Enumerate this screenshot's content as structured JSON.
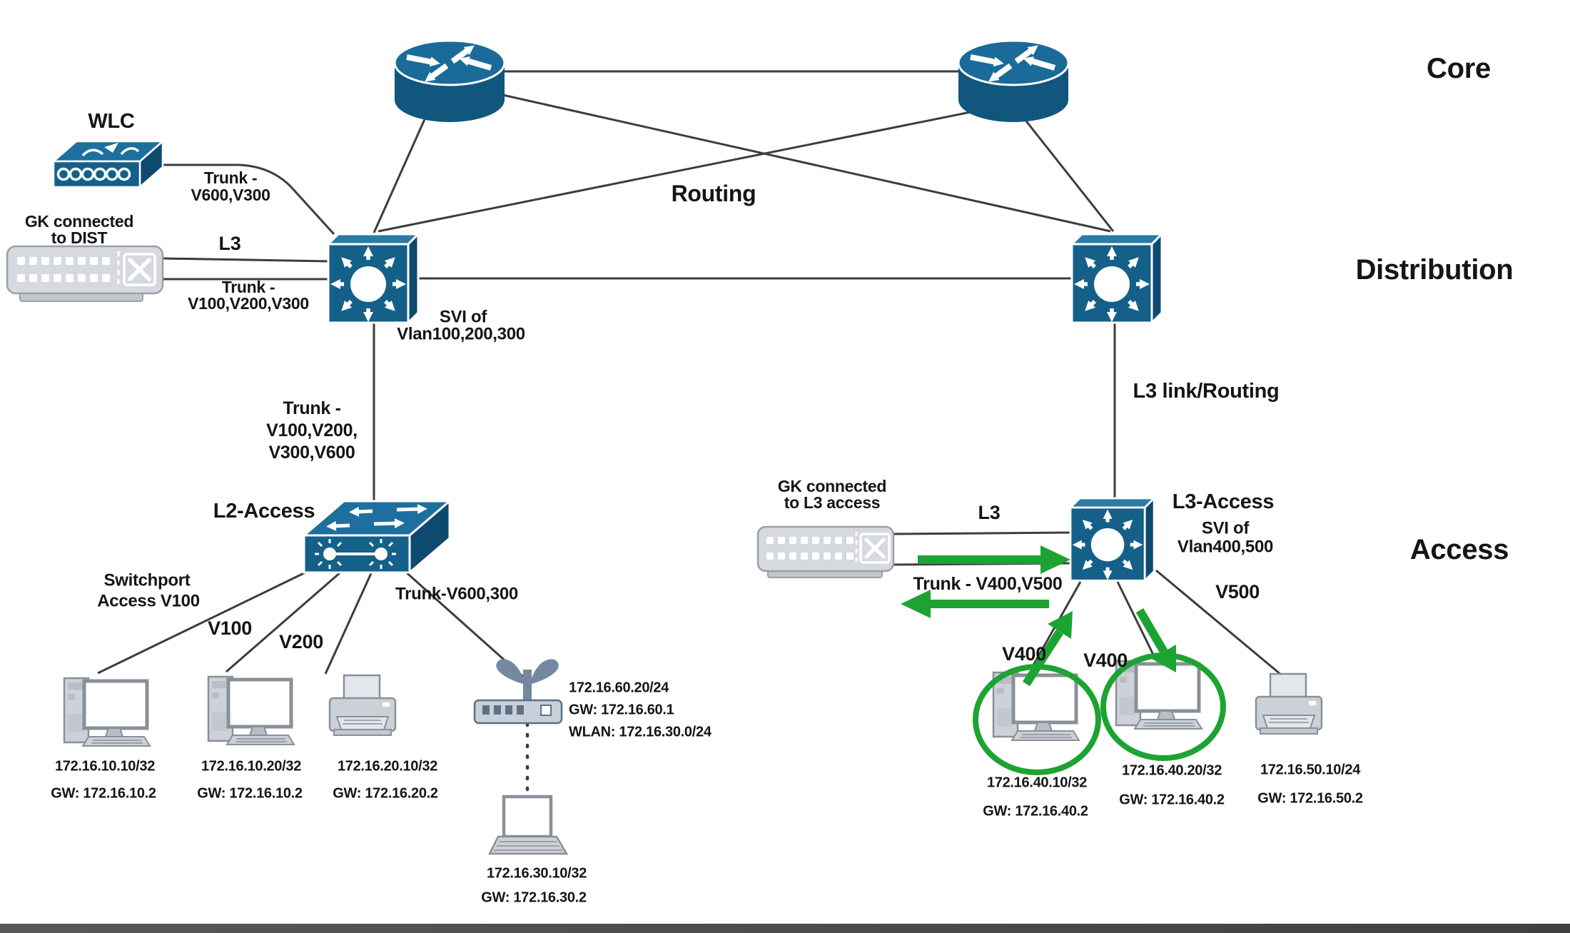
{
  "layer_labels": {
    "core": "Core",
    "distribution": "Distribution",
    "access": "Access"
  },
  "core_layer": {
    "routing_label": "Routing"
  },
  "left_side": {
    "wlc_label": "WLC",
    "wlc_trunk_line1": "Trunk -",
    "wlc_trunk_line2": "V600,V300",
    "gk_label_line1": "GK connected",
    "gk_label_line2": "to DIST",
    "gk_l3_label": "L3",
    "gk_trunk_line1": "Trunk -",
    "gk_trunk_line2": "V100,V200,V300",
    "svi_line1": "SVI of",
    "svi_line2": "Vlan100,200,300",
    "downlink_trunk_line1": "Trunk -",
    "downlink_trunk_line2": "V100,V200,",
    "downlink_trunk_line3": "V300,V600"
  },
  "l2_access": {
    "switch_label": "L2-Access",
    "switchport_line1": "Switchport",
    "switchport_line2": "Access V100",
    "v100_label": "V100",
    "v200_label": "V200",
    "trunk_label": "Trunk-V600,300",
    "endpoints": [
      {
        "ip": "172.16.10.10/32",
        "gw": "GW: 172.16.10.2"
      },
      {
        "ip": "172.16.10.20/32",
        "gw": "GW: 172.16.10.2"
      },
      {
        "ip": "172.16.20.10/32",
        "gw": "GW: 172.16.20.2"
      }
    ],
    "ap": {
      "ip": "172.16.60.20/24",
      "gw": "GW: 172.16.60.1",
      "wlan": "WLAN: 172.16.30.0/24"
    },
    "laptop": {
      "ip": "172.16.30.10/32",
      "gw": "GW: 172.16.30.2"
    }
  },
  "right_side": {
    "l3_link_label": "L3 link/Routing",
    "gk_label_line1": "GK connected",
    "gk_label_line2": "to L3 access",
    "gk_l3_label": "L3",
    "gk_trunk_label": "Trunk - V400,V500",
    "switch_label": "L3-Access",
    "svi_line1": "SVI of",
    "svi_line2": "Vlan400,500",
    "v400_left": "V400",
    "v400_right": "V400",
    "v500_label": "V500",
    "endpoints": [
      {
        "ip": "172.16.40.10/32",
        "gw": "GW: 172.16.40.2"
      },
      {
        "ip": "172.16.40.20/32",
        "gw": "GW: 172.16.40.2"
      },
      {
        "ip": "172.16.50.10/24",
        "gw": "GW: 172.16.50.2"
      }
    ]
  },
  "icons": {
    "router": "router-icon",
    "multilayer_switch": "multilayer-switch-icon",
    "l2_switch": "l2-switch-icon",
    "wlc": "wlc-icon",
    "gatekeeper": "gatekeeper-icon",
    "desktop_pc": "desktop-pc-icon",
    "printer": "printer-icon",
    "access_point": "access-point-icon",
    "laptop": "laptop-icon"
  },
  "colors": {
    "device_blue": "#156089",
    "device_blue_light": "#1d6f9e",
    "device_blue_dark": "#0e4a70",
    "highlight_green": "#1da332",
    "line": "#3d3d3d",
    "text": "#151515"
  }
}
